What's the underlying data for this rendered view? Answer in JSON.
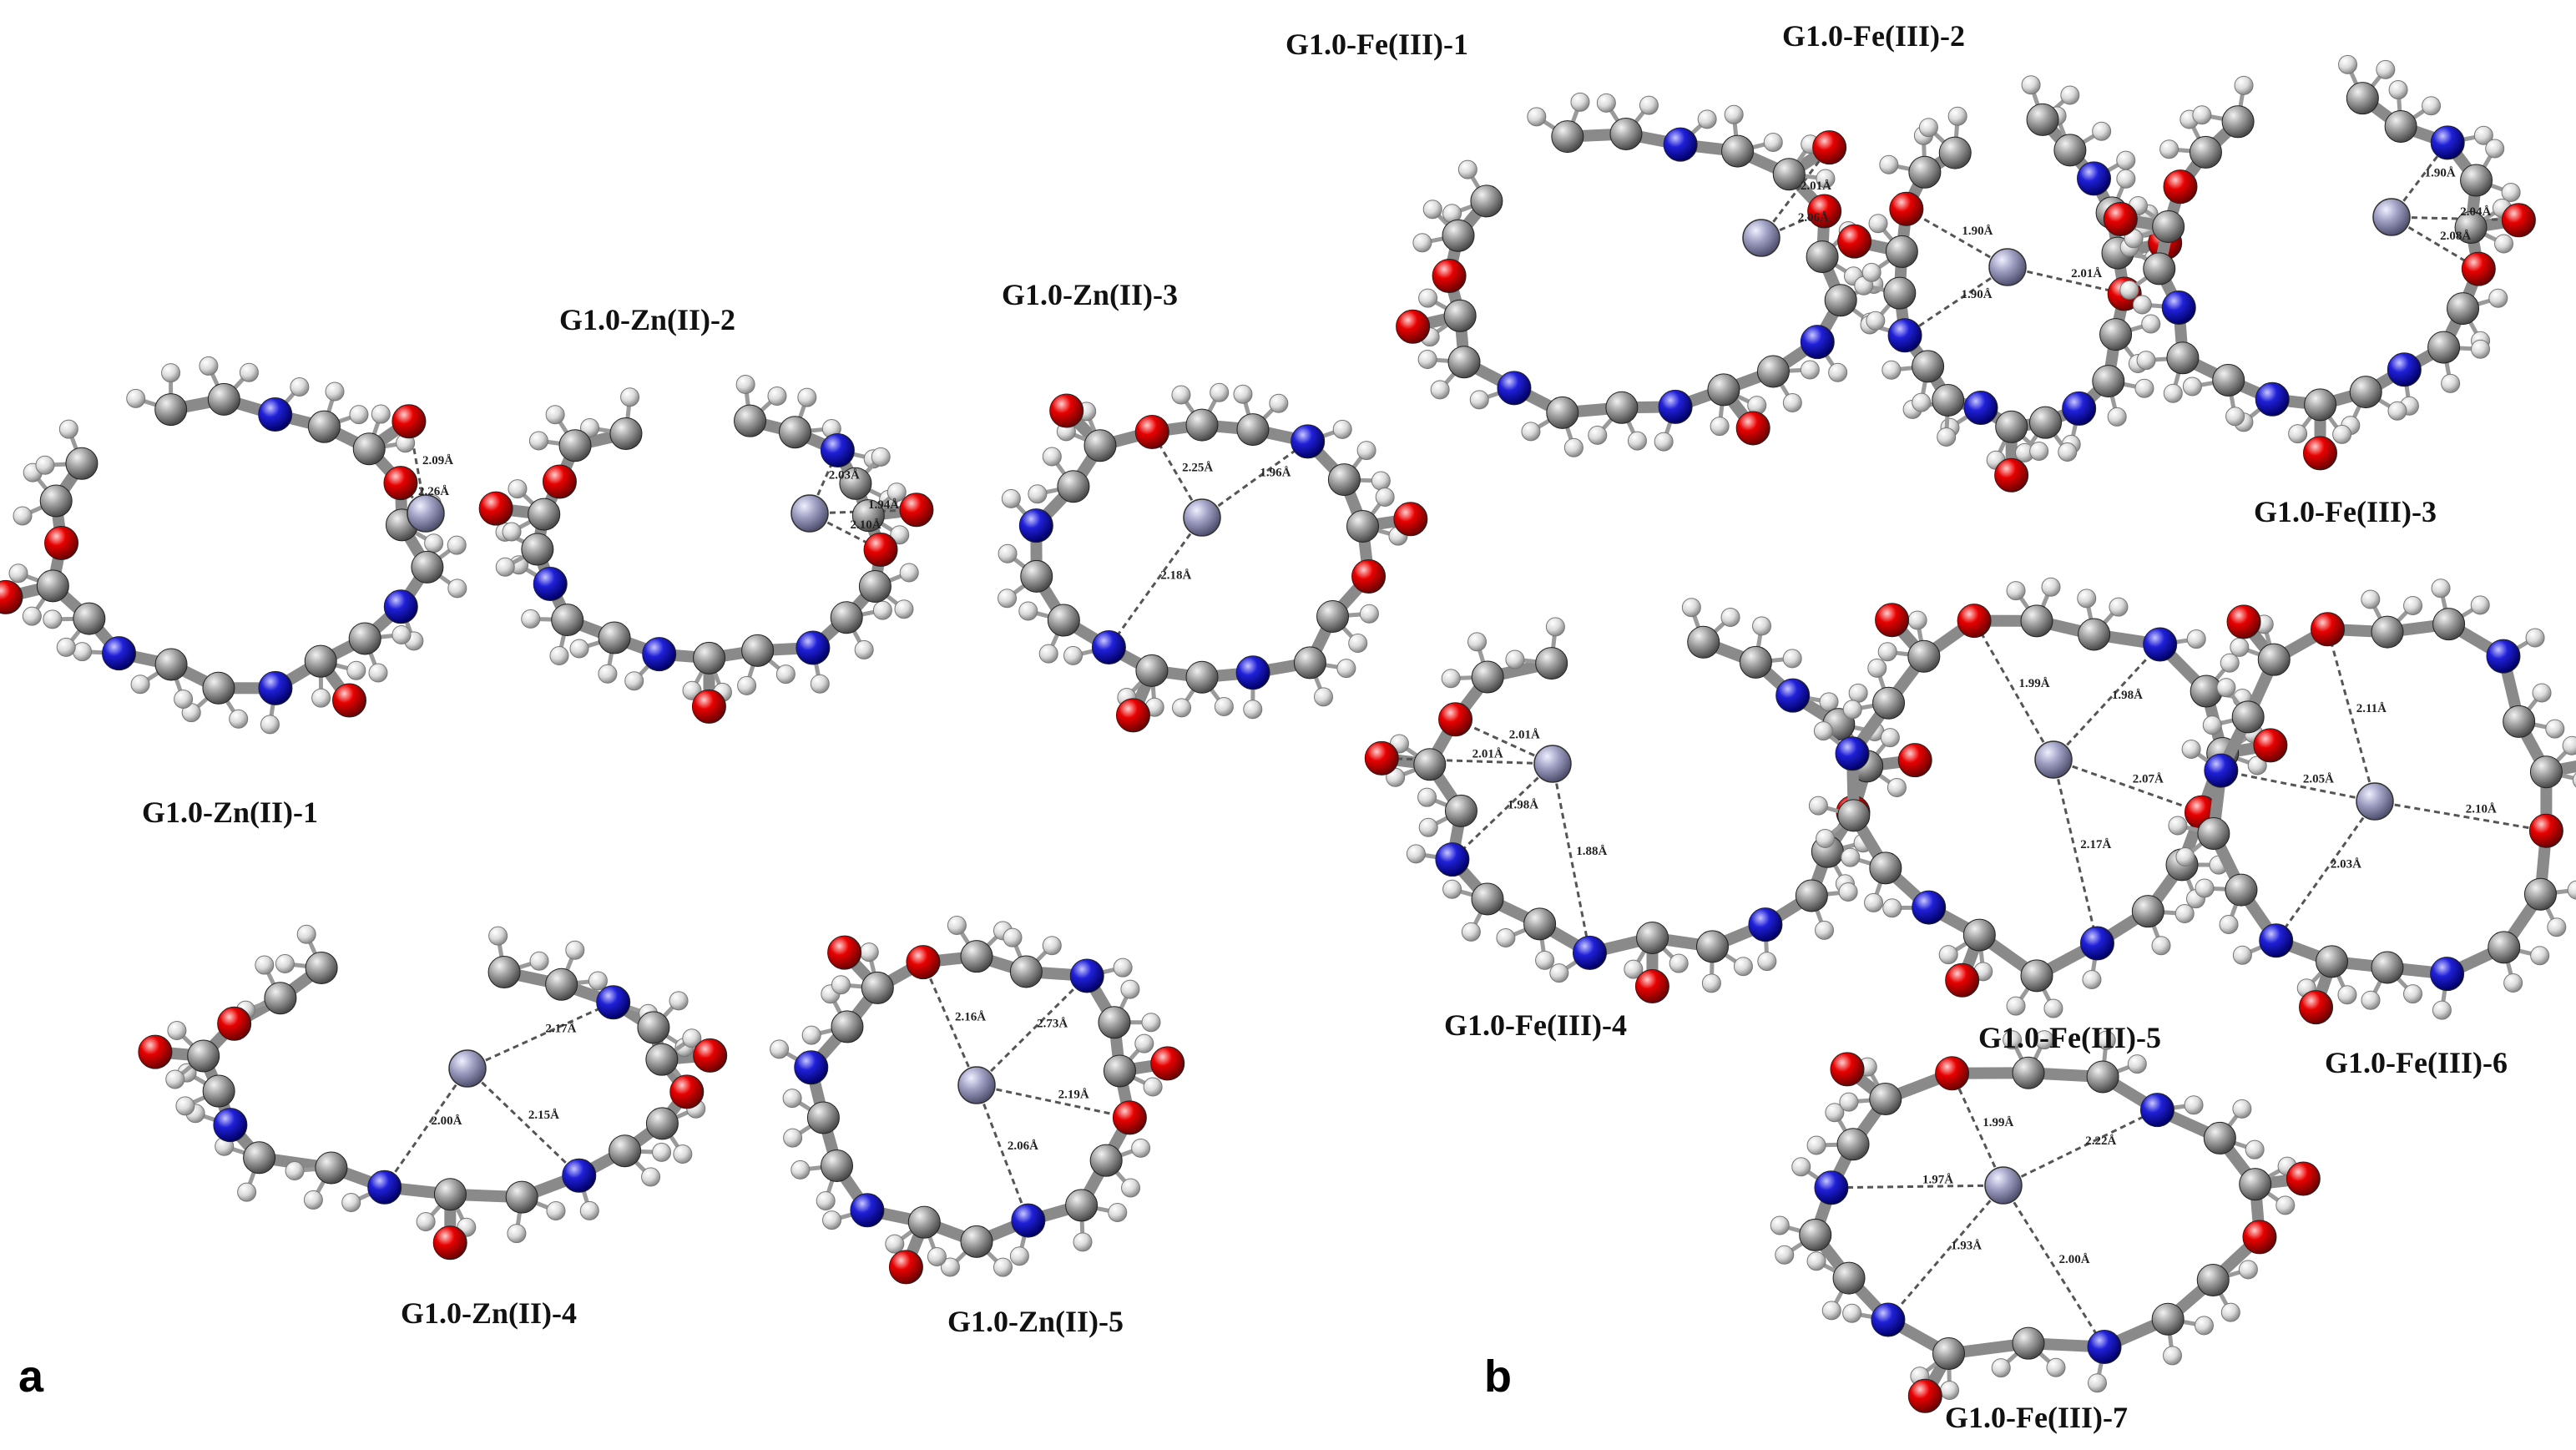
{
  "colors": {
    "carbon": "#8c8c8c",
    "nitrogen": "#1a1acc",
    "oxygen": "#e00000",
    "hydrogen": "#d8d8d8",
    "zinc": "#9a9ab8",
    "iron": "#9a9ab8",
    "background": "#ffffff"
  },
  "panels": {
    "a": {
      "label": "a"
    },
    "b": {
      "label": "b"
    }
  },
  "structures": [
    {
      "id": "zn1",
      "label": "G1.0-Zn(II)-1",
      "distances": [
        "2.26Å",
        "2.09Å"
      ]
    },
    {
      "id": "zn2",
      "label": "G1.0-Zn(II)-2",
      "distances": [
        "2.03Å",
        "2.10Å",
        "1.94Å"
      ]
    },
    {
      "id": "zn3",
      "label": "G1.0-Zn(II)-3",
      "distances": [
        "2.25Å",
        "1.96Å",
        "2.18Å"
      ]
    },
    {
      "id": "zn4",
      "label": "G1.0-Zn(II)-4",
      "distances": [
        "2.00Å",
        "2.15Å",
        "2.17Å"
      ]
    },
    {
      "id": "zn5",
      "label": "G1.0-Zn(II)-5",
      "distances": [
        "2.16Å",
        "2.06Å",
        "2.73Å",
        "2.19Å"
      ]
    },
    {
      "id": "fe1",
      "label": "G1.0-Fe(III)-1",
      "distances": [
        "2.06Å",
        "2.01Å"
      ]
    },
    {
      "id": "fe2",
      "label": "G1.0-Fe(III)-2",
      "distances": [
        "1.90Å",
        "2.01Å",
        "1.90Å"
      ]
    },
    {
      "id": "fe3",
      "label": "G1.0-Fe(III)-3",
      "distances": [
        "1.90Å",
        "2.08Å",
        "2.04Å"
      ]
    },
    {
      "id": "fe4",
      "label": "G1.0-Fe(III)-4",
      "distances": [
        "2.01Å",
        "1.98Å",
        "2.01Å",
        "1.88Å"
      ]
    },
    {
      "id": "fe5",
      "label": "G1.0-Fe(III)-5",
      "distances": [
        "1.98Å",
        "2.07Å",
        "1.99Å",
        "2.17Å"
      ]
    },
    {
      "id": "fe6",
      "label": "G1.0-Fe(III)-6",
      "distances": [
        "2.05Å",
        "2.03Å",
        "2.10Å",
        "2.11Å"
      ]
    },
    {
      "id": "fe7",
      "label": "G1.0-Fe(III)-7",
      "distances": [
        "1.99Å",
        "2.22Å",
        "1.97Å",
        "1.93Å",
        "2.00Å"
      ]
    }
  ]
}
